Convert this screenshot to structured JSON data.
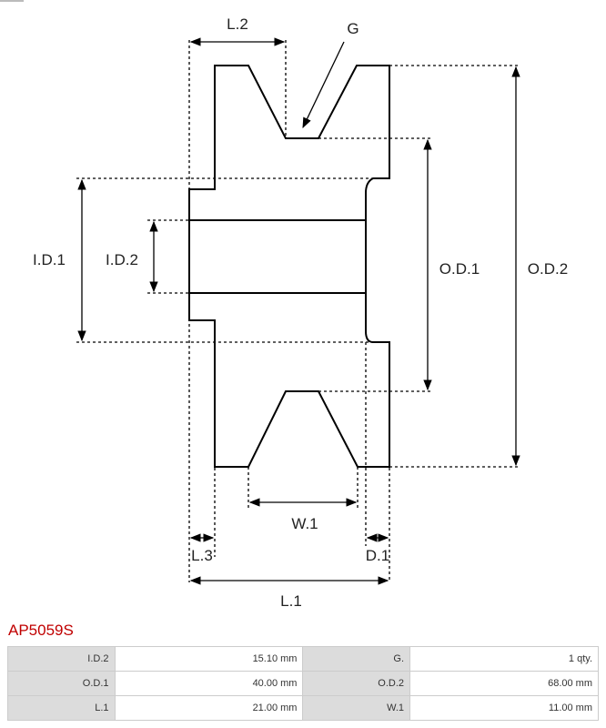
{
  "diagram": {
    "labels": {
      "l2": "L.2",
      "g": "G",
      "id1": "I.D.1",
      "id2": "I.D.2",
      "od1": "O.D.1",
      "od2": "O.D.2",
      "w1": "W.1",
      "l3": "L.3",
      "d1": "D.1",
      "l1": "L.1"
    }
  },
  "part_code": "AP5059S",
  "specs": [
    {
      "label": "I.D.2",
      "value": "15.10 mm",
      "label2": "G.",
      "value2": "1 qty."
    },
    {
      "label": "O.D.1",
      "value": "40.00 mm",
      "label2": "O.D.2",
      "value2": "68.00 mm"
    },
    {
      "label": "L.1",
      "value": "21.00 mm",
      "label2": "W.1",
      "value2": "11.00 mm"
    }
  ]
}
